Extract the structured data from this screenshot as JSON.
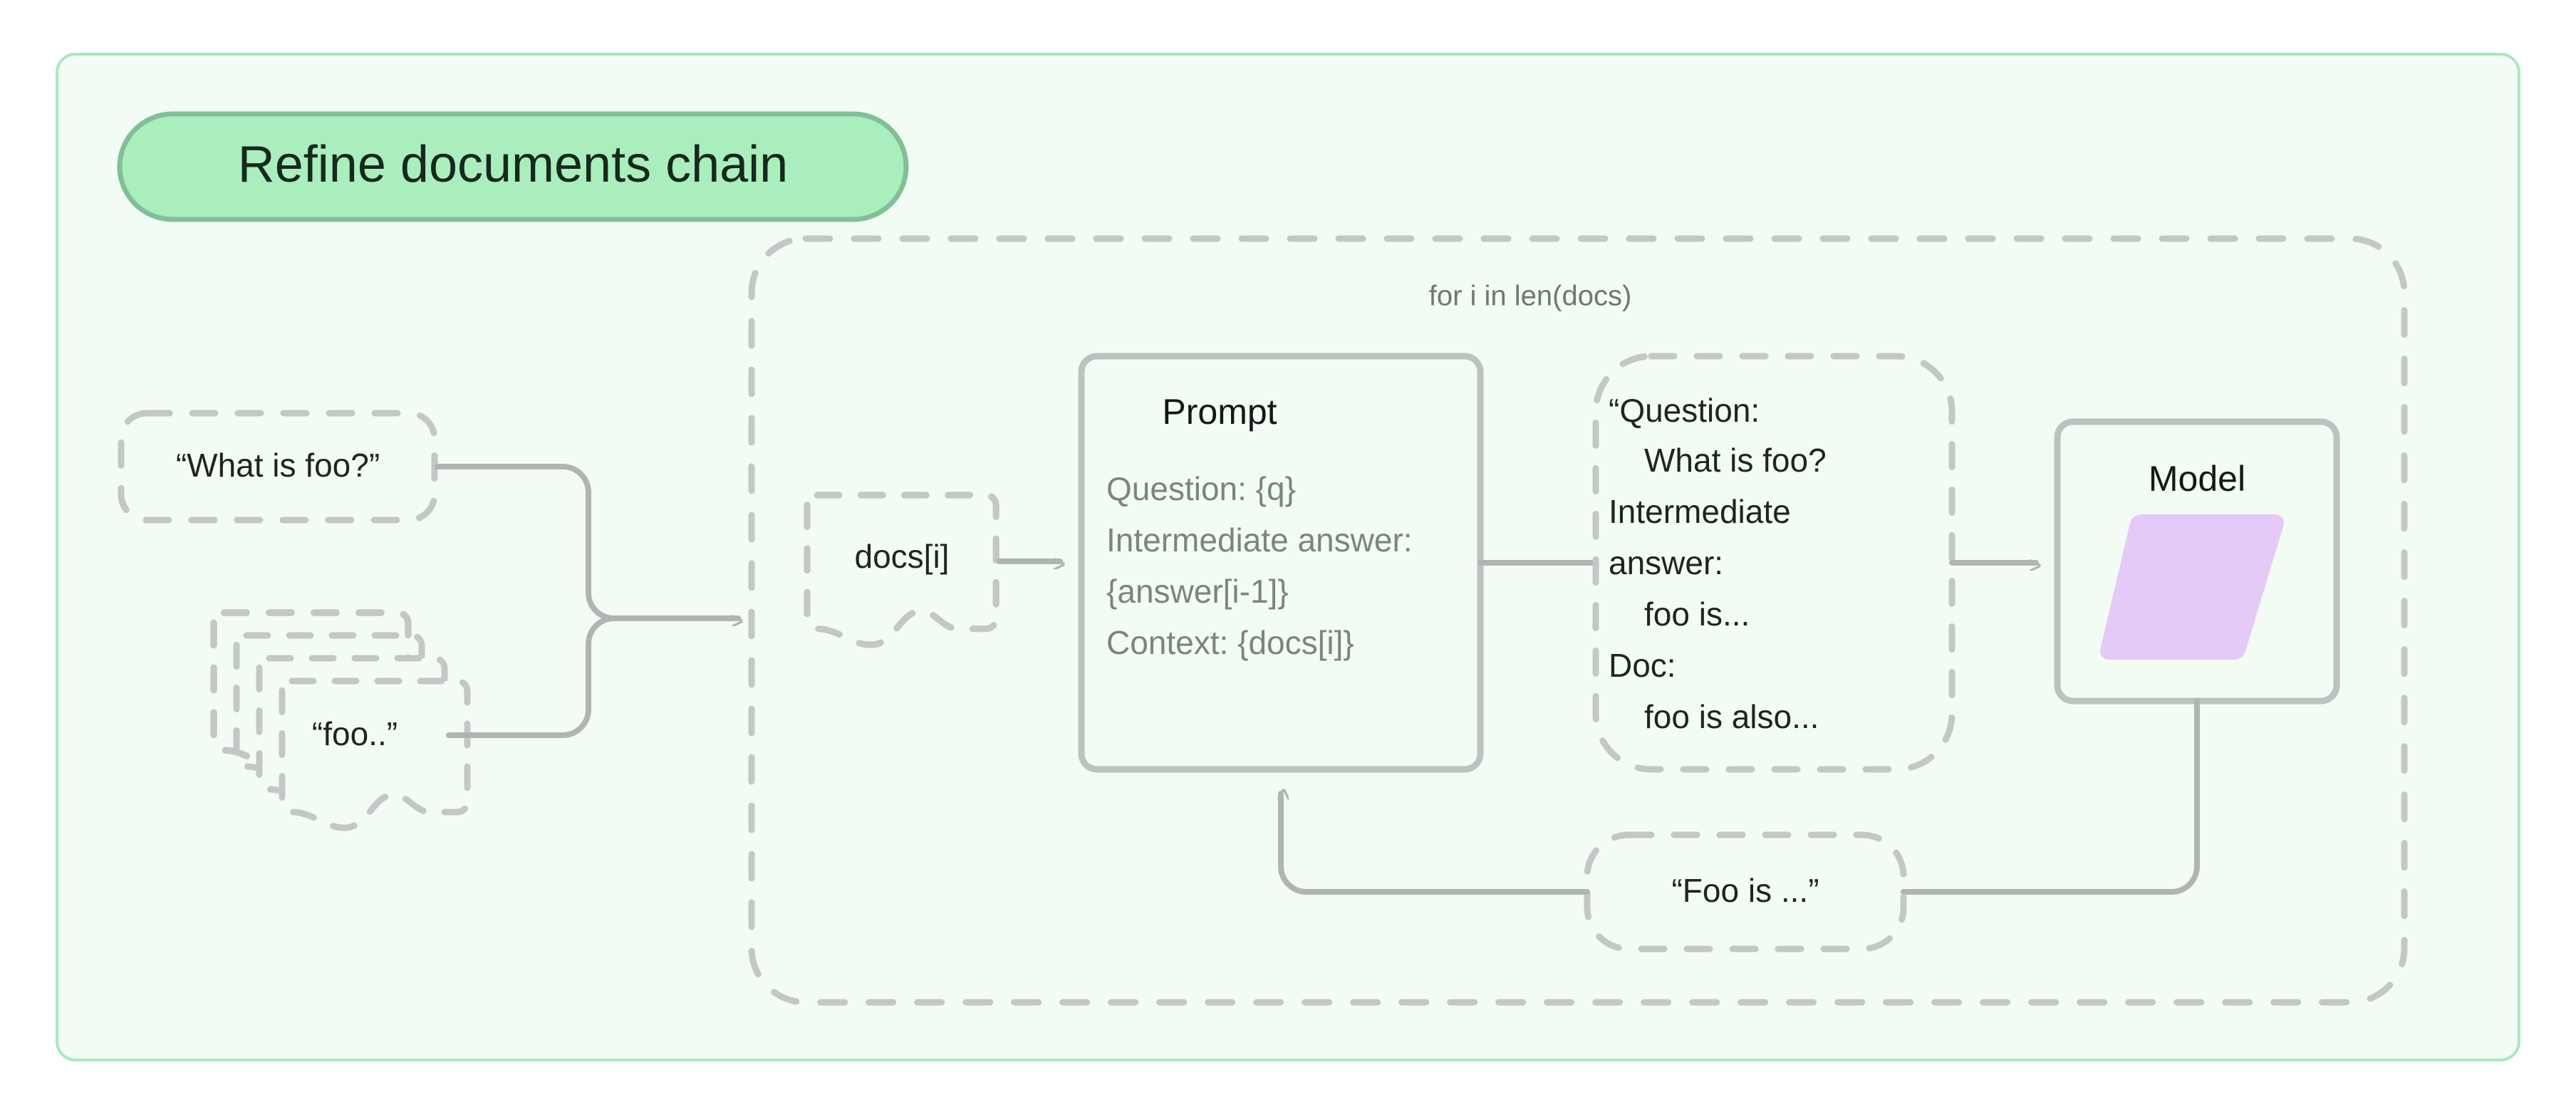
{
  "diagram": {
    "title": "Refine documents chain",
    "loop_caption": "for i in len(docs)",
    "colors": {
      "page_background": "#ffffff",
      "panel_background": "#f2fbf4",
      "panel_border": "#a9e7bf",
      "badge_fill": "#aaeebd",
      "badge_border": "#82bf97",
      "stroke_gray": "#c3c8c6",
      "edge_gray": "#b0b5b3",
      "solid_node_border": "#bcc2c0",
      "text_dark": "#1f2421",
      "text_muted": "#7b8480",
      "model_shape_fill": "#e5c9f7"
    },
    "nodes": {
      "question_input": {
        "name": "question-input-node",
        "label": "“What is foo?”",
        "shape": "dashed-rounded-rect"
      },
      "docs_stack": {
        "name": "docs-stack-node",
        "label": "“foo..”",
        "shape": "dashed-document-stack",
        "stack_count": 3
      },
      "docs_i": {
        "name": "docs-index-node",
        "label": "docs[i]",
        "shape": "dashed-document"
      },
      "prompt": {
        "name": "prompt-box",
        "title": "Prompt",
        "shape": "solid-rounded-rect",
        "body_lines": [
          "Question: {q}",
          "Intermediate answer:",
          "{answer[i-1]}",
          "Context: {docs[i]}"
        ]
      },
      "filled_prompt": {
        "name": "filled-prompt-node",
        "shape": "dashed-rounded-rect",
        "lines": [
          {
            "text": "“Question:",
            "indent": false
          },
          {
            "text": "What is foo?",
            "indent": true
          },
          {
            "text": "Intermediate",
            "indent": false
          },
          {
            "text": "answer:",
            "indent": false
          },
          {
            "text": "foo is...",
            "indent": true
          },
          {
            "text": "Doc:",
            "indent": false
          },
          {
            "text": "foo is also...",
            "indent": true
          }
        ]
      },
      "model": {
        "name": "model-box",
        "title": "Model",
        "shape": "solid-rounded-rect",
        "glyph": "parallelogram-icon"
      },
      "answer_output": {
        "name": "answer-output-node",
        "label": "“Foo is ...”",
        "shape": "dashed-rounded-rect"
      }
    },
    "edges": [
      {
        "name": "edge-question-to-merge",
        "from": "question_input",
        "to": "loop-entry",
        "arrow": true
      },
      {
        "name": "edge-docs-to-merge",
        "from": "docs_stack",
        "to": "loop-entry",
        "arrow": true
      },
      {
        "name": "edge-docsi-to-prompt",
        "from": "docs_i",
        "to": "prompt",
        "arrow": true
      },
      {
        "name": "edge-prompt-to-filled",
        "from": "prompt",
        "to": "filled_prompt",
        "arrow": false
      },
      {
        "name": "edge-filled-to-model",
        "from": "filled_prompt",
        "to": "model",
        "arrow": true
      },
      {
        "name": "edge-model-to-answer",
        "from": "model",
        "to": "answer_output",
        "arrow": false
      },
      {
        "name": "edge-answer-to-prompt",
        "from": "answer_output",
        "to": "prompt",
        "arrow": true
      }
    ]
  }
}
